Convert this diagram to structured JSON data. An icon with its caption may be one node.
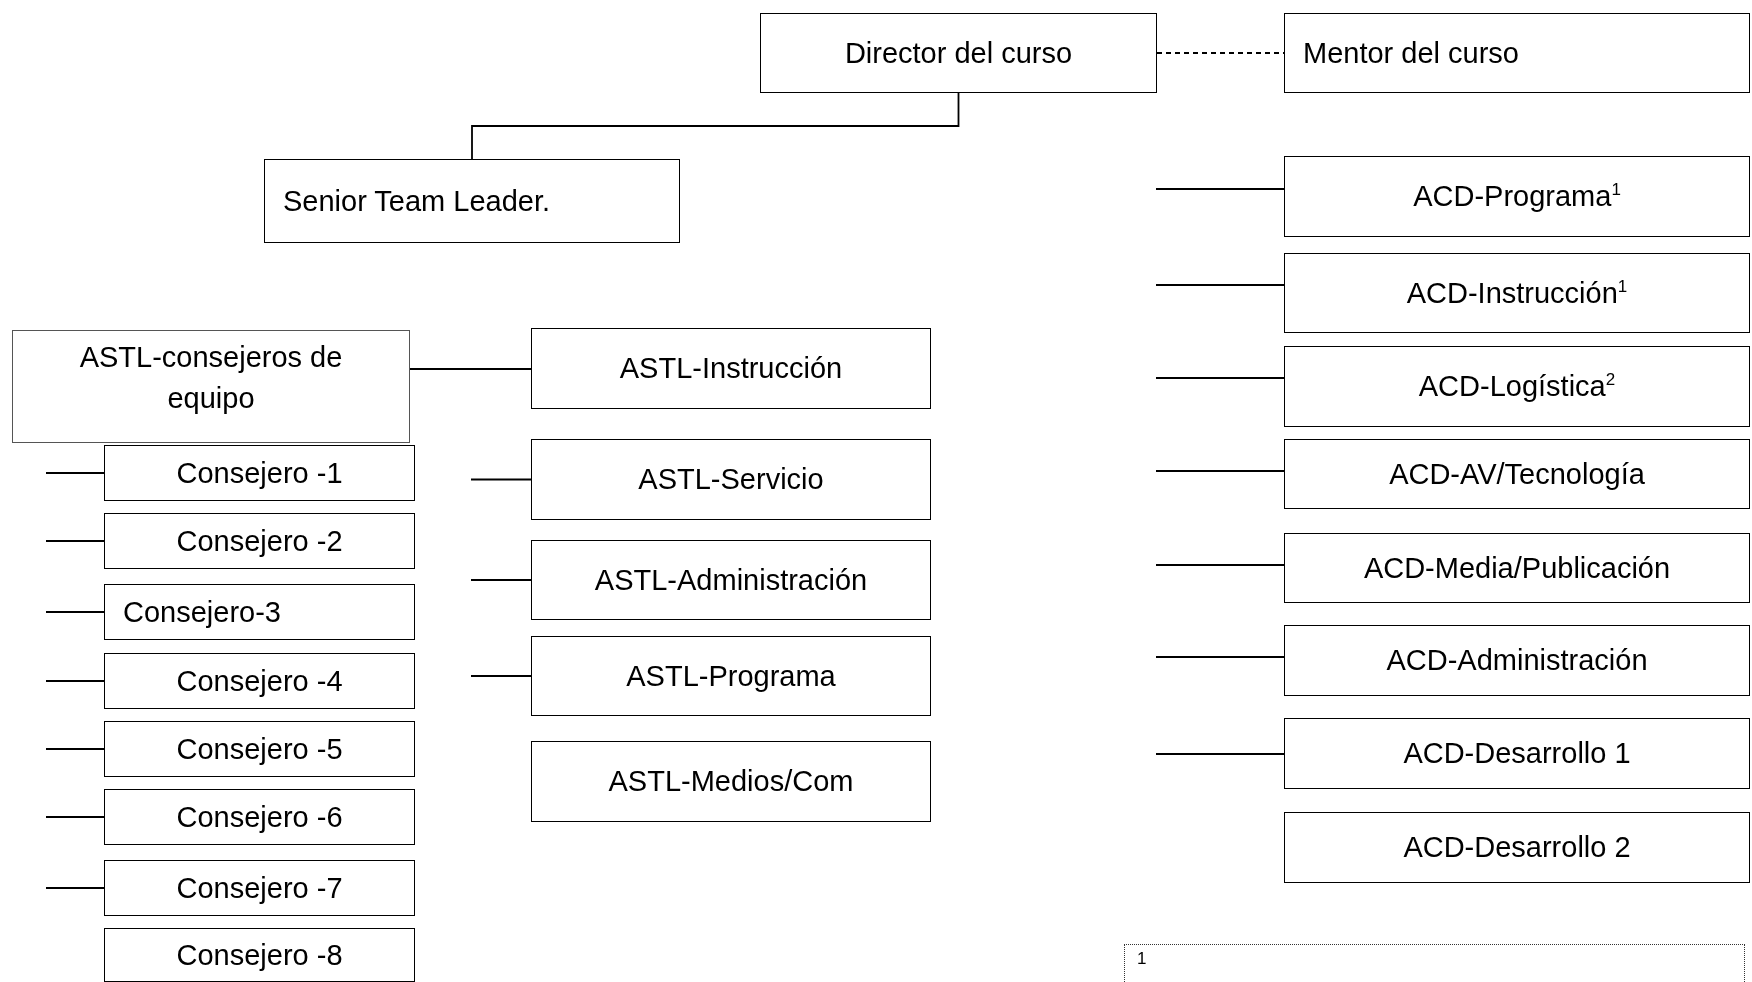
{
  "diagram": {
    "nodes": [
      {
        "text": [
          "Director del curso"
        ]
      },
      {
        "text": [
          "Mentor del curso"
        ]
      },
      {
        "text": [
          "Senior Team Leader."
        ]
      },
      {
        "text": [
          "ASTL-consejeros de equipo"
        ]
      },
      {
        "text": [
          "Consejero -1"
        ]
      },
      {
        "text": [
          "Consejero -2"
        ]
      },
      {
        "text": [
          "Consejero-3"
        ]
      },
      {
        "text": [
          "Consejero -4"
        ]
      },
      {
        "text": [
          "Consejero -5"
        ]
      },
      {
        "text": [
          "Consejero -6"
        ]
      },
      {
        "text": [
          "Consejero -7"
        ]
      },
      {
        "text": [
          "Consejero -8"
        ]
      },
      {
        "text": [
          "ASTL-Instrucción"
        ]
      },
      {
        "text": [
          "ASTL-Servicio"
        ]
      },
      {
        "text": [
          "ASTL-Administración"
        ]
      },
      {
        "text": [
          "ASTL-Programa"
        ]
      },
      {
        "text": [
          "ASTL-Medios/Com"
        ]
      },
      {
        "text": [
          "ACD-Programa$^{1}$"
        ]
      },
      {
        "text": [
          "ACD-Instrucción$^{1}$"
        ]
      },
      {
        "text": [
          "ACD-Logística$^{2}$"
        ]
      },
      {
        "text": [
          "ACD-AV/Tecnología"
        ]
      },
      {
        "text": [
          "ACD-Media/Publicación"
        ]
      },
      {
        "text": [
          "ACD-Administración"
        ]
      },
      {
        "text": [
          "ACD-Desarrollo 1"
        ]
      },
      {
        "text": [
          "ACD-Desarrollo 2"
        ]
      }
    ],
    "edges": [
      {
        "from": 0,
        "to": 1,
        "arrow": "none",
        "style": "dashed"
      },
      {
        "from": 0,
        "to": 2,
        "arrow": "none"
      },
      {
        "from": 3,
        "to": 12,
        "arrow": "none"
      },
      {
        "from": null,
        "to": 13,
        "arrow": "none"
      },
      {
        "from": null,
        "to": 14,
        "arrow": "none"
      },
      {
        "from": null,
        "to": 15,
        "arrow": "none"
      },
      {
        "from": null,
        "to": 4,
        "arrow": "none"
      },
      {
        "from": null,
        "to": 5,
        "arrow": "none"
      },
      {
        "from": null,
        "to": 6,
        "arrow": "none"
      },
      {
        "from": null,
        "to": 7,
        "arrow": "none"
      },
      {
        "from": null,
        "to": 8,
        "arrow": "none"
      },
      {
        "from": null,
        "to": 9,
        "arrow": "none"
      },
      {
        "from": null,
        "to": 10,
        "arrow": "none"
      },
      {
        "from": null,
        "to": 17,
        "arrow": "none"
      },
      {
        "from": null,
        "to": 18,
        "arrow": "none"
      },
      {
        "from": null,
        "to": 19,
        "arrow": "none"
      },
      {
        "from": null,
        "to": 20,
        "arrow": "none"
      },
      {
        "from": null,
        "to": 21,
        "arrow": "none"
      },
      {
        "from": null,
        "to": 22,
        "arrow": "none"
      },
      {
        "from": null,
        "to": 23,
        "arrow": "none"
      }
    ],
    "labels": [
      "1"
    ]
  }
}
